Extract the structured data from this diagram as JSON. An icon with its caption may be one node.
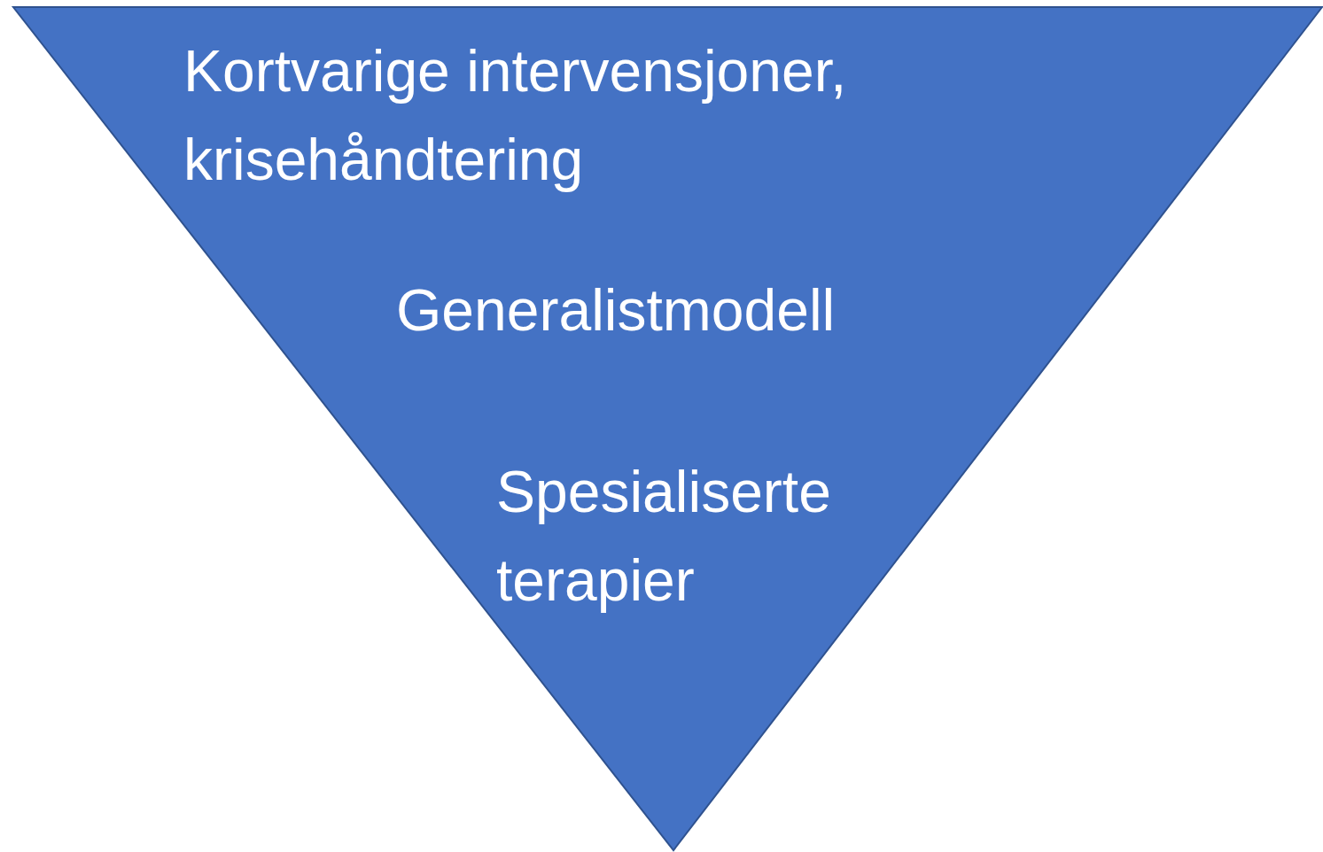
{
  "diagram": {
    "nodes": [
      {
        "text": [
          "Kortvarige intervensjoner, krisehåndtering",
          "Generalistmodell",
          "Spesialiserte terapier"
        ]
      }
    ]
  }
}
